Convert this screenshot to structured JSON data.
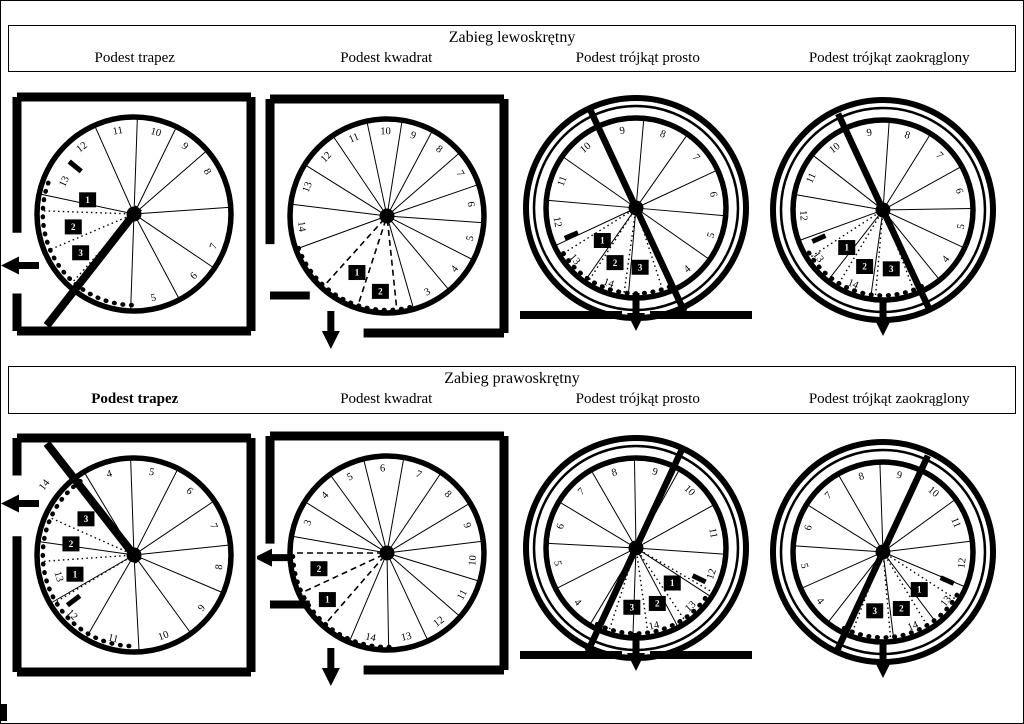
{
  "page": {
    "background": "#ffffff",
    "ink": "#000000"
  },
  "sections": [
    {
      "title": "Zabieg lewoskrętny",
      "columns": [
        "Podest trapez",
        "Podest kwadrat",
        "Podest trójkąt prosto",
        "Podest trójkąt zaokrąglony"
      ],
      "diagrams": [
        {
          "name": "trapez-left",
          "type": "square",
          "hub": [
            133,
            138
          ],
          "R": 97,
          "walls": [
            [
              "top",
              0,
              1
            ],
            [
              "right",
              0,
              1
            ],
            [
              "bottom",
              0,
              1
            ],
            [
              "left",
              0,
              0.58
            ],
            [
              "left",
              0.84,
              1
            ]
          ],
          "radials": [
            268,
            298,
            326,
            4,
            41,
            64,
            88,
            114,
            168
          ],
          "dotted": [
            178,
            203,
            228
          ],
          "arc": [
            160,
            272,
            0.94
          ],
          "landing": [
            232,
            -0.08,
            1.46,
            8
          ],
          "tick": 141,
          "labels": [
            {
              "n": "5",
              "a": 283
            },
            {
              "n": "6",
              "a": 314
            },
            {
              "n": "7",
              "a": 338
            },
            {
              "n": "8",
              "a": 30
            },
            {
              "n": "9",
              "a": 53
            },
            {
              "n": "10",
              "a": 75
            },
            {
              "n": "11",
              "a": 101
            },
            {
              "n": "12",
              "a": 128
            },
            {
              "n": "13",
              "a": 155,
              "r": 0.8
            }
          ],
          "boxes": [
            {
              "n": "1",
              "a": 163,
              "r": 0.5
            },
            {
              "n": "2",
              "a": 192,
              "r": 0.64
            },
            {
              "n": "3",
              "a": 216,
              "r": 0.68
            }
          ],
          "arrows": [
            {
              "edge": "left",
              "at": 0.72
            }
          ]
        },
        {
          "name": "kwadrat-left",
          "type": "square",
          "hub": [
            130,
            140
          ],
          "R": 97,
          "walls": [
            [
              "top",
              0,
              1
            ],
            [
              "right",
              0,
              1
            ],
            [
              "bottom",
              0.4,
              1
            ],
            [
              "left",
              0,
              0.62
            ]
          ],
          "stubs": [
            [
              0,
              0.84,
              0.17,
              0.84
            ]
          ],
          "radials": [
            286,
            310,
            333,
            356,
            19,
            41,
            62,
            81,
            102,
            124,
            148,
            173,
            200
          ],
          "dashed": [
            228,
            252,
            276
          ],
          "arc": [
            200,
            288,
            0.97
          ],
          "labels": [
            {
              "n": "3",
              "a": 298
            },
            {
              "n": "4",
              "a": 322
            },
            {
              "n": "5",
              "a": 345
            },
            {
              "n": "6",
              "a": 8
            },
            {
              "n": "7",
              "a": 30
            },
            {
              "n": "8",
              "a": 52
            },
            {
              "n": "9",
              "a": 72
            },
            {
              "n": "10",
              "a": 91
            },
            {
              "n": "11",
              "a": 113
            },
            {
              "n": "12",
              "a": 136
            },
            {
              "n": "13",
              "a": 160
            },
            {
              "n": "14",
              "a": 187
            }
          ],
          "boxes": [
            {
              "n": "1",
              "a": 242,
              "r": 0.66
            },
            {
              "n": "2",
              "a": 265,
              "r": 0.78
            }
          ],
          "arrows": [
            {
              "edge": "bottom",
              "at": 0.26
            }
          ]
        },
        {
          "name": "trojkat-prosto-left",
          "type": "circle",
          "hub": [
            123,
            132
          ],
          "R": 90,
          "flat": true,
          "radials": [
            295,
            325,
            355,
            25,
            55,
            85,
            115,
            145,
            175,
            205,
            235,
            265
          ],
          "dotted": [
            212,
            237,
            262,
            288
          ],
          "arc": [
            212,
            297,
            0.95
          ],
          "landing": [
            295,
            -1.2,
            1.27,
            6.5
          ],
          "tick": 203,
          "labels": [
            {
              "n": "4",
              "a": 310
            },
            {
              "n": "5",
              "a": 340
            },
            {
              "n": "6",
              "a": 10
            },
            {
              "n": "7",
              "a": 40
            },
            {
              "n": "8",
              "a": 70
            },
            {
              "n": "9",
              "a": 100
            },
            {
              "n": "10",
              "a": 130
            },
            {
              "n": "11",
              "a": 160
            },
            {
              "n": "12",
              "a": 190
            },
            {
              "n": "13",
              "a": 220
            },
            {
              "n": "14",
              "a": 250
            }
          ],
          "boxes": [
            {
              "n": "1",
              "a": 224,
              "r": 0.52
            },
            {
              "n": "2",
              "a": 249,
              "r": 0.65
            },
            {
              "n": "3",
              "a": 274,
              "r": 0.66
            }
          ],
          "arrows": [
            {
              "edge": "bottom",
              "at": 0.5
            }
          ]
        },
        {
          "name": "trojkat-zaokraglony-left",
          "type": "circle",
          "hub": [
            114,
            134
          ],
          "R": 90,
          "radials": [
            309,
            335,
            1,
            29,
            58,
            86,
            114,
            142,
            170,
            200,
            232,
            262
          ],
          "dotted": [
            213,
            239,
            265,
            291
          ],
          "arc": [
            210,
            297,
            0.95
          ],
          "landing": [
            295,
            -1.18,
            1.22,
            6.5
          ],
          "tick": 204,
          "labels": [
            {
              "n": "4",
              "a": 322
            },
            {
              "n": "5",
              "a": 348
            },
            {
              "n": "6",
              "a": 14
            },
            {
              "n": "7",
              "a": 44
            },
            {
              "n": "8",
              "a": 72
            },
            {
              "n": "9",
              "a": 100
            },
            {
              "n": "10",
              "a": 128
            },
            {
              "n": "11",
              "a": 156
            },
            {
              "n": "12",
              "a": 184
            },
            {
              "n": "13",
              "a": 216
            },
            {
              "n": "14",
              "a": 248
            }
          ],
          "boxes": [
            {
              "n": "1",
              "a": 226,
              "r": 0.58
            },
            {
              "n": "2",
              "a": 252,
              "r": 0.66
            },
            {
              "n": "3",
              "a": 278,
              "r": 0.66
            }
          ],
          "arrows": [
            {
              "edge": "bottom",
              "at": 0.5
            }
          ]
        }
      ]
    },
    {
      "title": "Zabieg prawoskrętny",
      "columns": [
        "Podest trapez",
        "Podest kwadrat",
        "Podest trójkąt prosto",
        "Podest trójkąt zaokrąglony"
      ],
      "diagrams": [
        {
          "name": "trapez-right",
          "type": "square",
          "hub": [
            133,
            137
          ],
          "R": 97,
          "walls": [
            [
              "top",
              0,
              1
            ],
            [
              "right",
              0,
              1
            ],
            [
              "bottom",
              0,
              1
            ],
            [
              "left",
              0,
              0.16
            ],
            [
              "left",
              0.42,
              1
            ]
          ],
          "radials": [
            121,
            92,
            63,
            34,
            6,
            337,
            306,
            273,
            240,
            210,
            172
          ],
          "dotted": [
            128,
            156,
            184,
            211
          ],
          "arc": [
            126,
            270,
            0.94
          ],
          "landing": [
            128,
            -0.08,
            1.46,
            8
          ],
          "tick": 217,
          "labels": [
            {
              "n": "4",
              "a": 107
            },
            {
              "n": "5",
              "a": 78
            },
            {
              "n": "6",
              "a": 49
            },
            {
              "n": "7",
              "a": 20
            },
            {
              "n": "8",
              "a": 352
            },
            {
              "n": "9",
              "a": 322
            },
            {
              "n": "10",
              "a": 290
            },
            {
              "n": "11",
              "a": 256
            },
            {
              "n": "12",
              "a": 224
            },
            {
              "n": "13",
              "a": 196,
              "r": 0.8
            },
            {
              "n": "14",
              "a": 142,
              "r": 1.18
            }
          ],
          "boxes": [
            {
              "n": "1",
              "a": 198,
              "r": 0.64
            },
            {
              "n": "2",
              "a": 170,
              "r": 0.66
            },
            {
              "n": "3",
              "a": 143,
              "r": 0.62
            }
          ],
          "arrows": [
            {
              "edge": "left",
              "at": 0.28
            }
          ]
        },
        {
          "name": "kwadrat-right",
          "type": "square",
          "hub": [
            130,
            135
          ],
          "R": 97,
          "walls": [
            [
              "top",
              0,
              1
            ],
            [
              "right",
              0,
              1
            ],
            [
              "bottom",
              0.4,
              1
            ],
            [
              "left",
              0,
              0.46
            ]
          ],
          "stubs": [
            [
              0,
              0.72,
              0.17,
              0.72
            ]
          ],
          "radials": [
            170,
            148,
            126,
            104,
            80,
            56,
            31,
            7,
            343,
            319,
            295,
            271,
            247
          ],
          "dashed": [
            180,
            205,
            229
          ],
          "arc": [
            182,
            276,
            0.97
          ],
          "labels": [
            {
              "n": "3",
              "a": 159
            },
            {
              "n": "4",
              "a": 137
            },
            {
              "n": "5",
              "a": 116
            },
            {
              "n": "6",
              "a": 93
            },
            {
              "n": "7",
              "a": 68
            },
            {
              "n": "8",
              "a": 44
            },
            {
              "n": "9",
              "a": 19
            },
            {
              "n": "10",
              "a": 355
            },
            {
              "n": "11",
              "a": 331
            },
            {
              "n": "12",
              "a": 307
            },
            {
              "n": "13",
              "a": 283
            },
            {
              "n": "14",
              "a": 259
            }
          ],
          "boxes": [
            {
              "n": "1",
              "a": 218,
              "r": 0.78
            },
            {
              "n": "2",
              "a": 193,
              "r": 0.72
            }
          ],
          "arrows": [
            {
              "edge": "bottom",
              "at": 0.26
            },
            {
              "edge": "left",
              "at": 0.52
            }
          ]
        },
        {
          "name": "trojkat-prosto-right",
          "type": "circle",
          "hub": [
            123,
            130
          ],
          "R": 90,
          "flat": true,
          "radials": [
            239,
            207,
            177,
            149,
            120,
            91,
            61,
            29,
            356,
            327,
            298,
            268
          ],
          "dotted": [
            252,
            278,
            304,
            330
          ],
          "arc": [
            243,
            328,
            0.95
          ],
          "landing": [
            245,
            -1.2,
            1.27,
            6.5
          ],
          "tick": 334,
          "labels": [
            {
              "n": "4",
              "a": 223
            },
            {
              "n": "5",
              "a": 191
            },
            {
              "n": "6",
              "a": 164
            },
            {
              "n": "7",
              "a": 134
            },
            {
              "n": "8",
              "a": 106
            },
            {
              "n": "9",
              "a": 76
            },
            {
              "n": "10",
              "a": 47
            },
            {
              "n": "11",
              "a": 11
            },
            {
              "n": "12",
              "a": 341
            },
            {
              "n": "13",
              "a": 313
            },
            {
              "n": "14",
              "a": 283
            }
          ],
          "boxes": [
            {
              "n": "1",
              "a": 316,
              "r": 0.56
            },
            {
              "n": "2",
              "a": 291,
              "r": 0.66
            },
            {
              "n": "3",
              "a": 266,
              "r": 0.66
            }
          ],
          "arrows": [
            {
              "edge": "bottom",
              "at": 0.5
            }
          ]
        },
        {
          "name": "trojkat-zaokraglony-right",
          "type": "circle",
          "hub": [
            114,
            134
          ],
          "R": 90,
          "radials": [
            232,
            204,
            176,
            148,
            120,
            92,
            64,
            36,
            7,
            337,
            307,
            277
          ],
          "dotted": [
            249,
            275,
            301,
            327
          ],
          "arc": [
            243,
            330,
            0.95
          ],
          "landing": [
            245,
            -1.18,
            1.22,
            6.5
          ],
          "tick": 336,
          "labels": [
            {
              "n": "4",
              "a": 218
            },
            {
              "n": "5",
              "a": 190
            },
            {
              "n": "6",
              "a": 162
            },
            {
              "n": "7",
              "a": 134
            },
            {
              "n": "8",
              "a": 106
            },
            {
              "n": "9",
              "a": 78
            },
            {
              "n": "10",
              "a": 50
            },
            {
              "n": "11",
              "a": 22
            },
            {
              "n": "12",
              "a": 352
            },
            {
              "n": "13",
              "a": 322
            },
            {
              "n": "14",
              "a": 292
            }
          ],
          "boxes": [
            {
              "n": "1",
              "a": 314,
              "r": 0.58
            },
            {
              "n": "2",
              "a": 288,
              "r": 0.66
            },
            {
              "n": "3",
              "a": 262,
              "r": 0.66
            }
          ],
          "arrows": [
            {
              "edge": "bottom",
              "at": 0.5
            }
          ]
        }
      ]
    }
  ]
}
